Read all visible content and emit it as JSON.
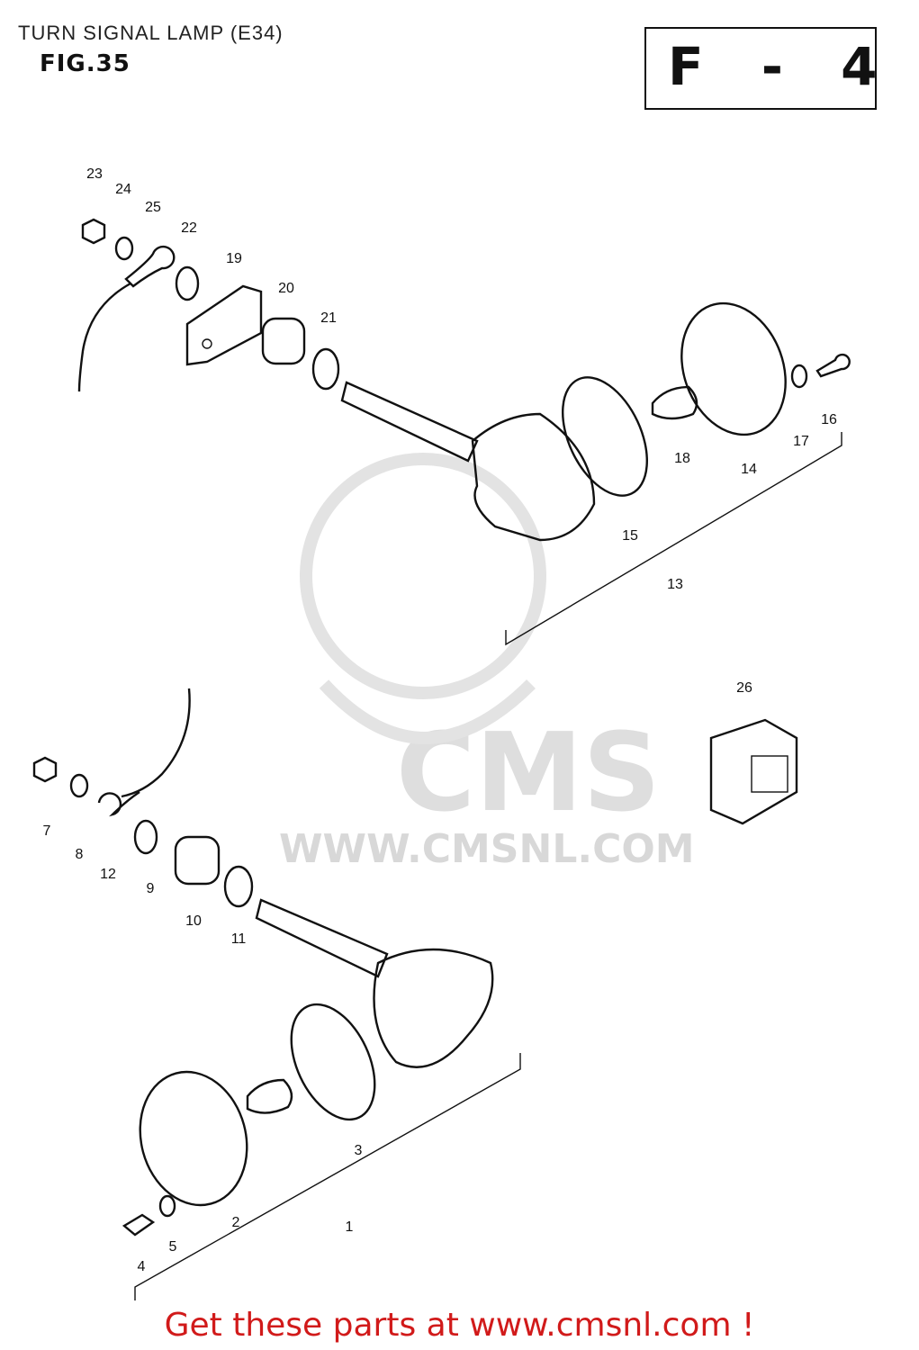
{
  "page": {
    "title": "TURN SIGNAL LAMP (E34)",
    "fig_label": "FIG.35",
    "section": "F - 4",
    "footer": "Get these parts at www.cmsnl.com !"
  },
  "watermark": {
    "brand": "CMS",
    "url": "WWW.CMSNL.COM"
  },
  "callouts": [
    "23",
    "24",
    "25",
    "22",
    "19",
    "20",
    "21",
    "18",
    "14",
    "17",
    "16",
    "15",
    "13",
    "26",
    "7",
    "8",
    "12",
    "9",
    "10",
    "11",
    "3",
    "2",
    "1",
    "4",
    "5"
  ]
}
